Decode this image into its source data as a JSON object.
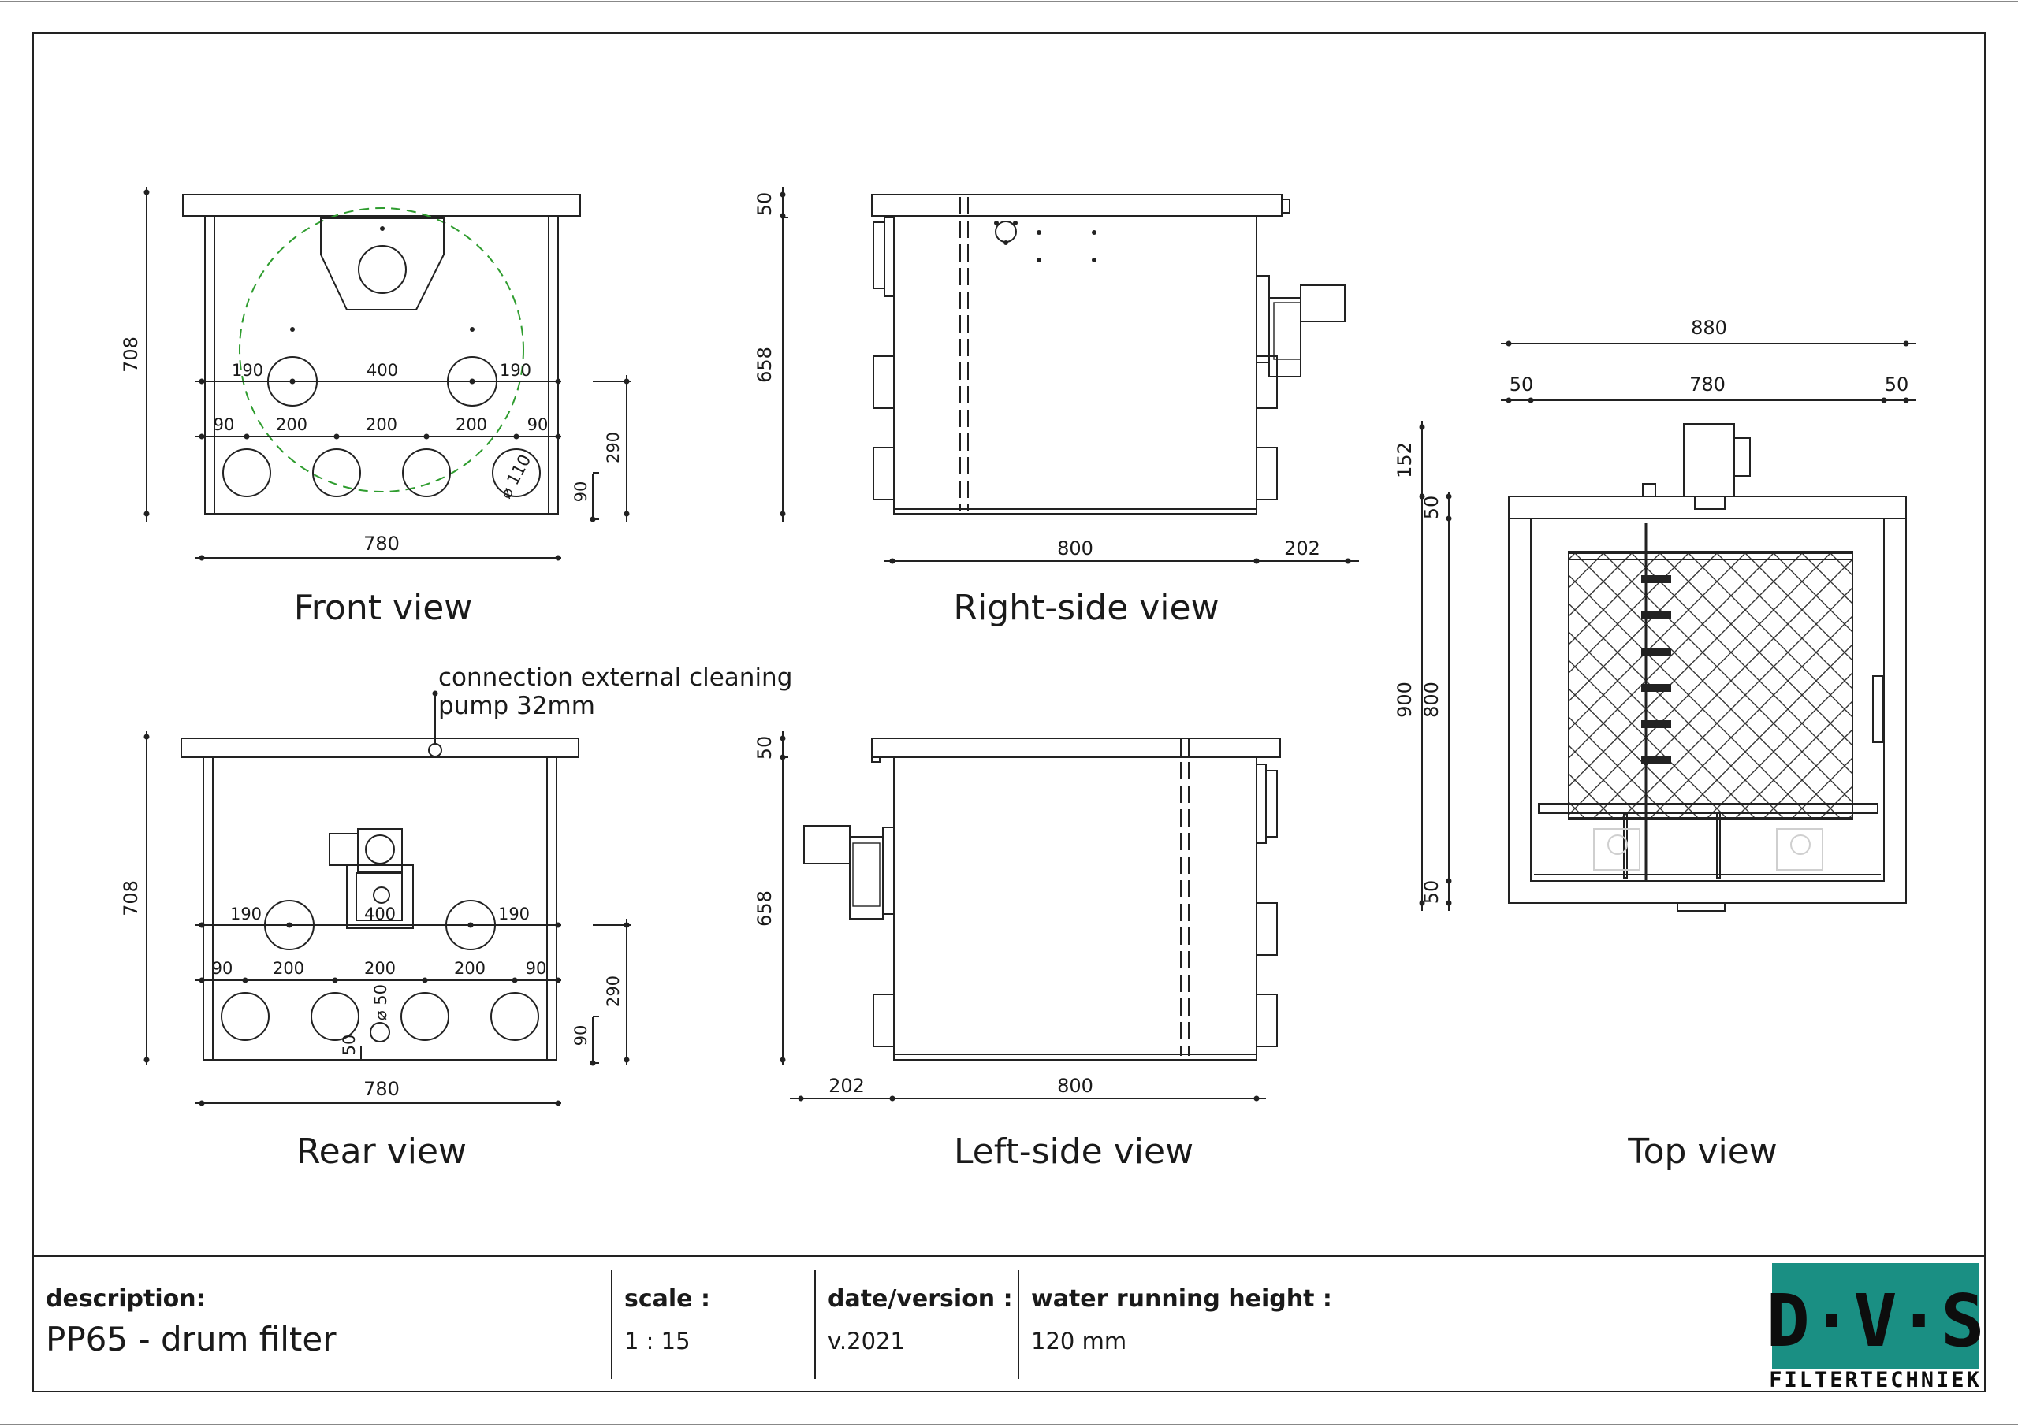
{
  "views": {
    "front": {
      "title": "Front view",
      "height": "708",
      "width": "780",
      "upper_left": "190",
      "upper_mid": "400",
      "upper_right": "190",
      "lower_a": "90",
      "lower_b": "200",
      "lower_c": "200",
      "lower_d": "200",
      "lower_e": "90",
      "side_290": "290",
      "side_90": "90",
      "pipe": "⌀ 110"
    },
    "right_side": {
      "title": "Right-side view",
      "top": "50",
      "height": "658",
      "length": "800",
      "motor": "202"
    },
    "rear": {
      "title": "Rear view",
      "height": "708",
      "width": "780",
      "upper_left": "190",
      "upper_mid": "400",
      "upper_right": "190",
      "lower_a": "90",
      "lower_b": "200",
      "lower_c": "200",
      "lower_d": "200",
      "lower_e": "90",
      "side_290": "290",
      "side_90": "90",
      "drain": "⌀ 50",
      "drain_offset": "50",
      "note_line1": "connection external cleaning",
      "note_line2": "pump 32mm"
    },
    "left_side": {
      "title": "Left-side view",
      "top": "50",
      "height": "658",
      "length": "800",
      "motor": "202"
    },
    "top": {
      "title": "Top view",
      "overall": "880",
      "margin_l": "50",
      "inner": "780",
      "margin_r": "50",
      "motor": "152",
      "depth": "900",
      "d_top": "50",
      "d_inner": "800",
      "d_bottom": "50"
    }
  },
  "title_block": {
    "description_label": "description:",
    "description_value": "PP65 - drum filter",
    "scale_label": "scale :",
    "scale_value": "1 : 15",
    "date_label": "date/version :",
    "date_value": "v.2021",
    "water_label": "water running height :",
    "water_value": "120 mm"
  },
  "logo": {
    "letters": "D·V·S",
    "subtitle": "FILTERTECHNIEK",
    "color": "#1a8f83"
  }
}
